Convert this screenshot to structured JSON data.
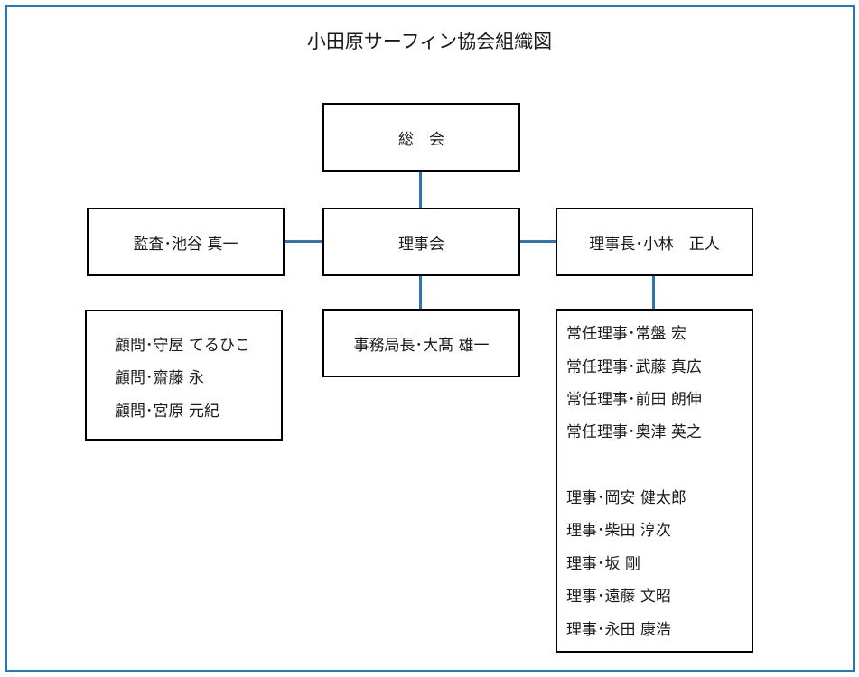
{
  "title": "小田原サーフィン協会組織図",
  "nodes": {
    "general_meeting": "総　会",
    "board": "理事会",
    "auditor": "監査･池谷 真一",
    "chairman": "理事長･小林　正人",
    "secretary": "事務局長･大髙 雄一"
  },
  "advisors": [
    "顧問･守屋 てるひこ",
    "顧問･齋藤 永",
    "顧問･宮原 元紀"
  ],
  "executive_directors": [
    "常任理事･常盤 宏",
    "常任理事･武藤 真広",
    "常任理事･前田 朗伸",
    "常任理事･奥津 英之"
  ],
  "directors": [
    "理事･岡安 健太郎",
    "理事･柴田 淳次",
    "理事･坂 剛",
    "理事･遠藤 文昭",
    "理事･永田 康浩"
  ],
  "colors": {
    "frame": "#2e75b6",
    "connector": "#2e75b6",
    "box_border": "#000000"
  }
}
